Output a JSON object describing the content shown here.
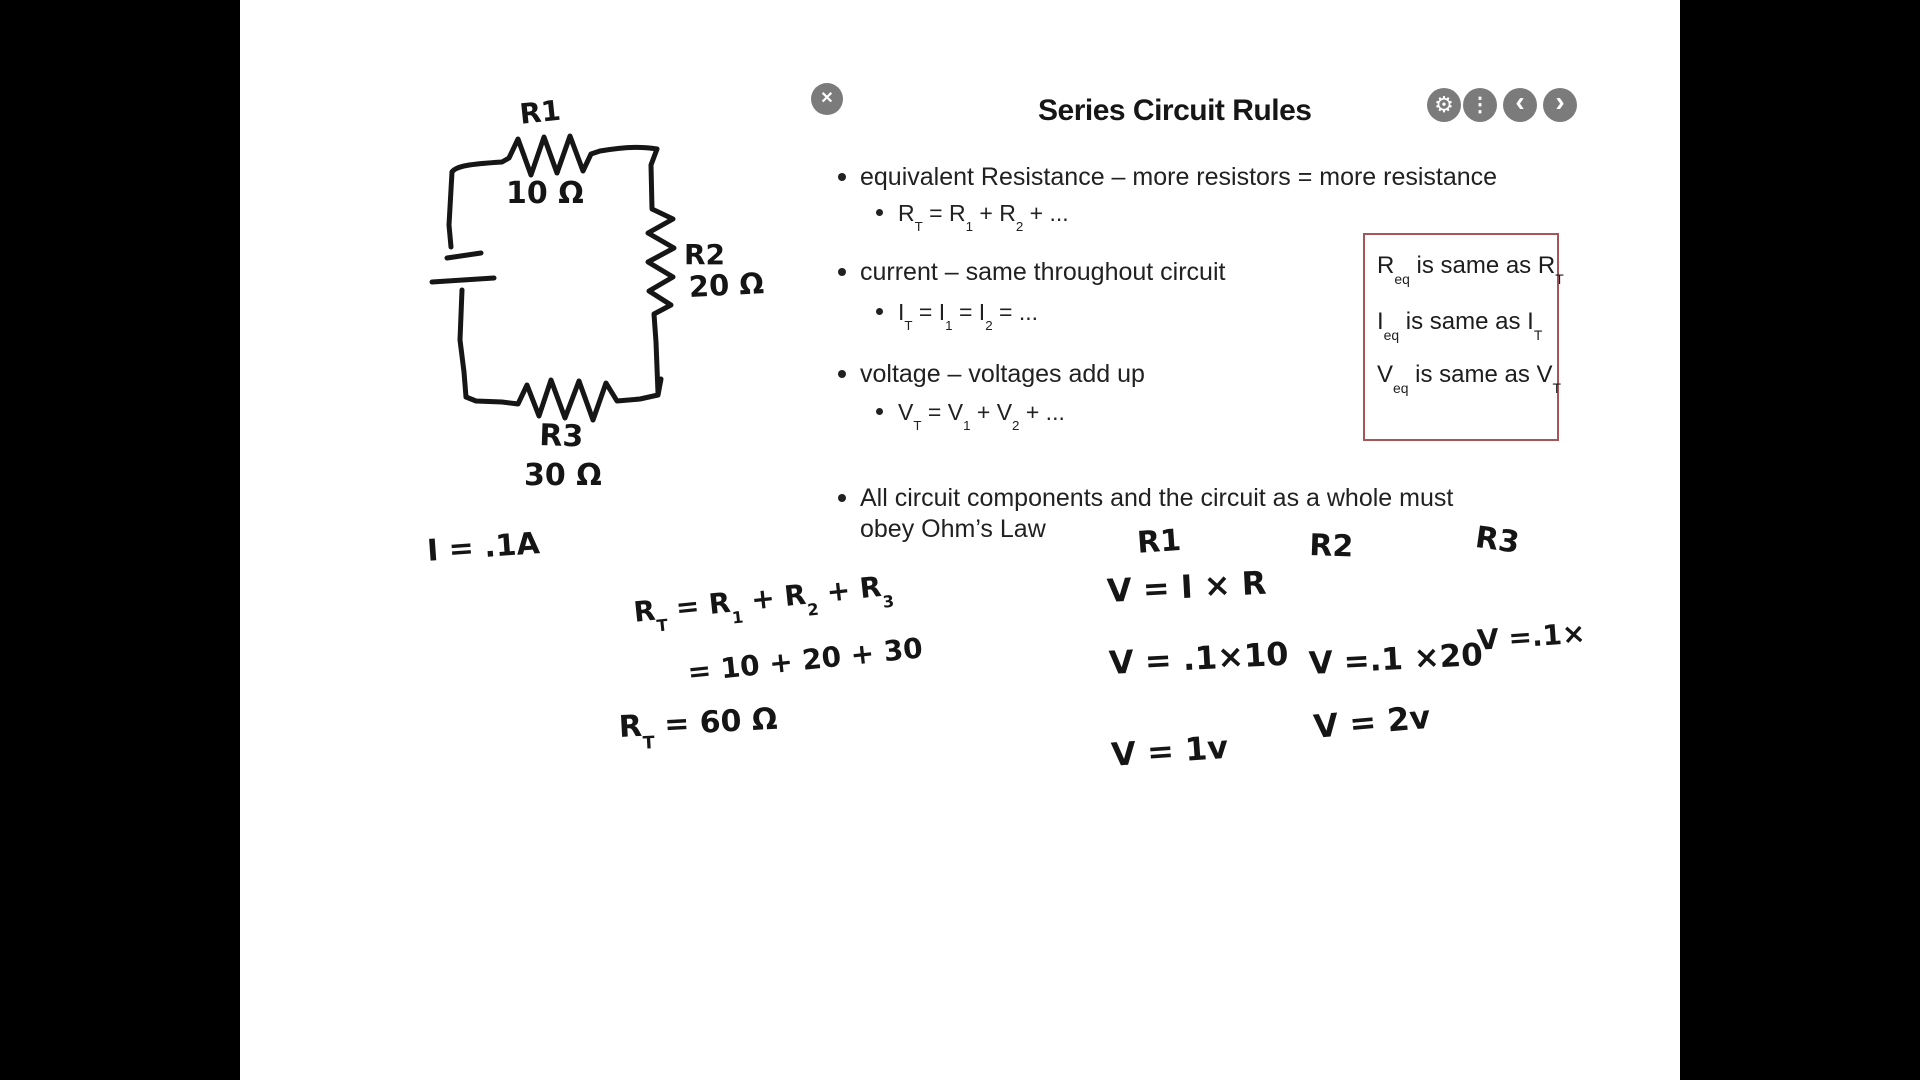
{
  "icons": {
    "close": "✕",
    "settings": "⚙",
    "more": "⋮",
    "prev": "‹",
    "next": "›"
  },
  "slide": {
    "title": "Series Circuit Rules",
    "bullets": [
      {
        "level": 1,
        "segments": [
          {
            "t": "equivalent Resistance – more resistors = more resistance"
          }
        ]
      },
      {
        "level": 2,
        "segments": [
          {
            "t": "R"
          },
          {
            "s": "T"
          },
          {
            "t": " = R"
          },
          {
            "s": "1"
          },
          {
            "t": " + R"
          },
          {
            "s": "2"
          },
          {
            "t": " + ..."
          }
        ]
      },
      {
        "level": 1,
        "segments": [
          {
            "t": "current – same throughout circuit"
          }
        ]
      },
      {
        "level": 2,
        "segments": [
          {
            "t": "I"
          },
          {
            "s": "T"
          },
          {
            "t": " = I"
          },
          {
            "s": "1"
          },
          {
            "t": " = I"
          },
          {
            "s": "2"
          },
          {
            "t": " = ..."
          }
        ]
      },
      {
        "level": 1,
        "segments": [
          {
            "t": "voltage – voltages add up"
          }
        ]
      },
      {
        "level": 2,
        "segments": [
          {
            "t": "V"
          },
          {
            "s": "T"
          },
          {
            "t": " = V"
          },
          {
            "s": "1"
          },
          {
            "t": " + V"
          },
          {
            "s": "2"
          },
          {
            "t": " + ..."
          }
        ]
      },
      {
        "level": 1,
        "segments": [
          {
            "t": "All circuit components and the circuit as a whole must"
          }
        ]
      },
      {
        "level": 1,
        "segments": [
          {
            "t": "obey Ohm’s Law"
          }
        ]
      }
    ],
    "note_box": {
      "lines": [
        [
          {
            "t": "R"
          },
          {
            "s": "eq"
          },
          {
            "t": " is same as R"
          },
          {
            "s": "T"
          }
        ],
        [
          {
            "t": "I"
          },
          {
            "s": "eq"
          },
          {
            "t": " is same as I"
          },
          {
            "s": "T"
          }
        ],
        [
          {
            "t": "V"
          },
          {
            "s": "eq"
          },
          {
            "t": " is same as V"
          },
          {
            "s": "T"
          }
        ]
      ]
    }
  },
  "circuit": {
    "r1_label": "R1",
    "r1_value": "10 Ω",
    "r2_label": "R2",
    "r2_value": "20 Ω",
    "r3_label": "R3",
    "r3_value": "30 Ω"
  },
  "work": {
    "current": "I = .1A",
    "rt_line1": [
      {
        "t": "R"
      },
      {
        "s": "T"
      },
      {
        "t": " = R"
      },
      {
        "s": "1"
      },
      {
        "t": " + R"
      },
      {
        "s": "2"
      },
      {
        "t": " + R"
      },
      {
        "s": "3"
      }
    ],
    "rt_line2": "= 10 + 20 + 30",
    "rt_line3": [
      {
        "t": "R"
      },
      {
        "s": "T"
      },
      {
        "t": " = 60 Ω"
      }
    ],
    "col1_header": "R1",
    "col2_header": "R2",
    "col3_header": "R3",
    "ohms_law": "V = I × R",
    "col1_calc": "V = .1×10",
    "col1_result": "V = 1v",
    "col2_calc": "V =.1 ×20",
    "col2_result": "V = 2v",
    "col3_calc": "V =.1×"
  },
  "colors": {
    "ink": "#1b1b1b",
    "slide-text": "#212121",
    "note-border": "#a8555a",
    "button": "#7b7b7b",
    "button-glyph": "#ffffff",
    "canvas": "#ffffff",
    "backdrop": "#000000"
  }
}
